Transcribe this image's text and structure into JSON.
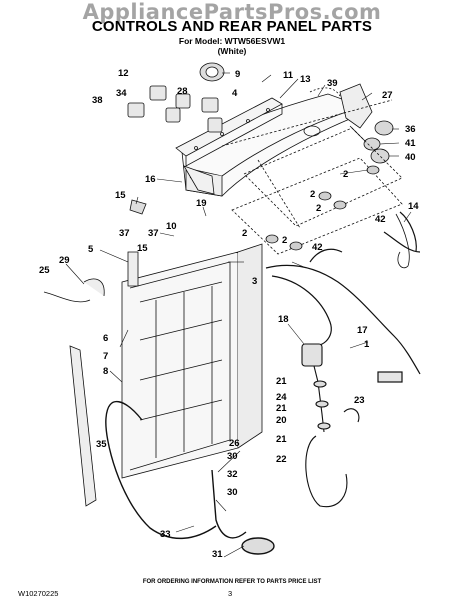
{
  "watermark": "AppliancePartsPros.com",
  "header": {
    "title": "CONTROLS AND REAR PANEL PARTS",
    "model_line": "For Model: WTW56ESVW1",
    "color_line": "(White)"
  },
  "callouts": [
    "9",
    "11",
    "12",
    "13",
    "39",
    "27",
    "34",
    "28",
    "4",
    "38",
    "36",
    "41",
    "40",
    "16",
    "2",
    "15",
    "19",
    "10",
    "37",
    "5",
    "29",
    "25",
    "3",
    "6",
    "7",
    "8",
    "18",
    "17",
    "1",
    "14",
    "42",
    "21",
    "24",
    "20",
    "23",
    "22",
    "35",
    "26",
    "30",
    "32",
    "33",
    "31"
  ],
  "footer": {
    "order_note": "FOR ORDERING INFORMATION REFER TO PARTS PRICE LIST",
    "doc_id": "W10270225",
    "page_number": "3"
  }
}
